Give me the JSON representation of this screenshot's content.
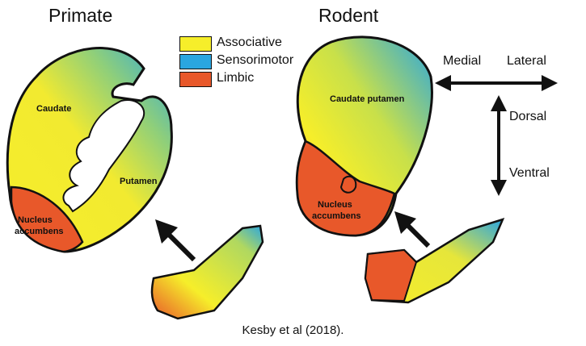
{
  "titles": {
    "primate": "Primate",
    "rodent": "Rodent"
  },
  "legend": [
    {
      "label": "Associative",
      "color": "#f6ee2a"
    },
    {
      "label": "Sensorimotor",
      "color": "#2aa6e0"
    },
    {
      "label": "Limbic",
      "color": "#e8582a"
    }
  ],
  "primate_labels": {
    "caudate": "Caudate",
    "putamen": "Putamen",
    "nucleus": "Nucleus",
    "accumbens": "accumbens"
  },
  "rodent_labels": {
    "caudate_putamen": "Caudate putamen",
    "nucleus": "Nucleus",
    "accumbens": "accumbens"
  },
  "directions": {
    "medial": "Medial",
    "lateral": "Lateral",
    "dorsal": "Dorsal",
    "ventral": "Ventral"
  },
  "caption": "Kesby et al (2018)."
}
